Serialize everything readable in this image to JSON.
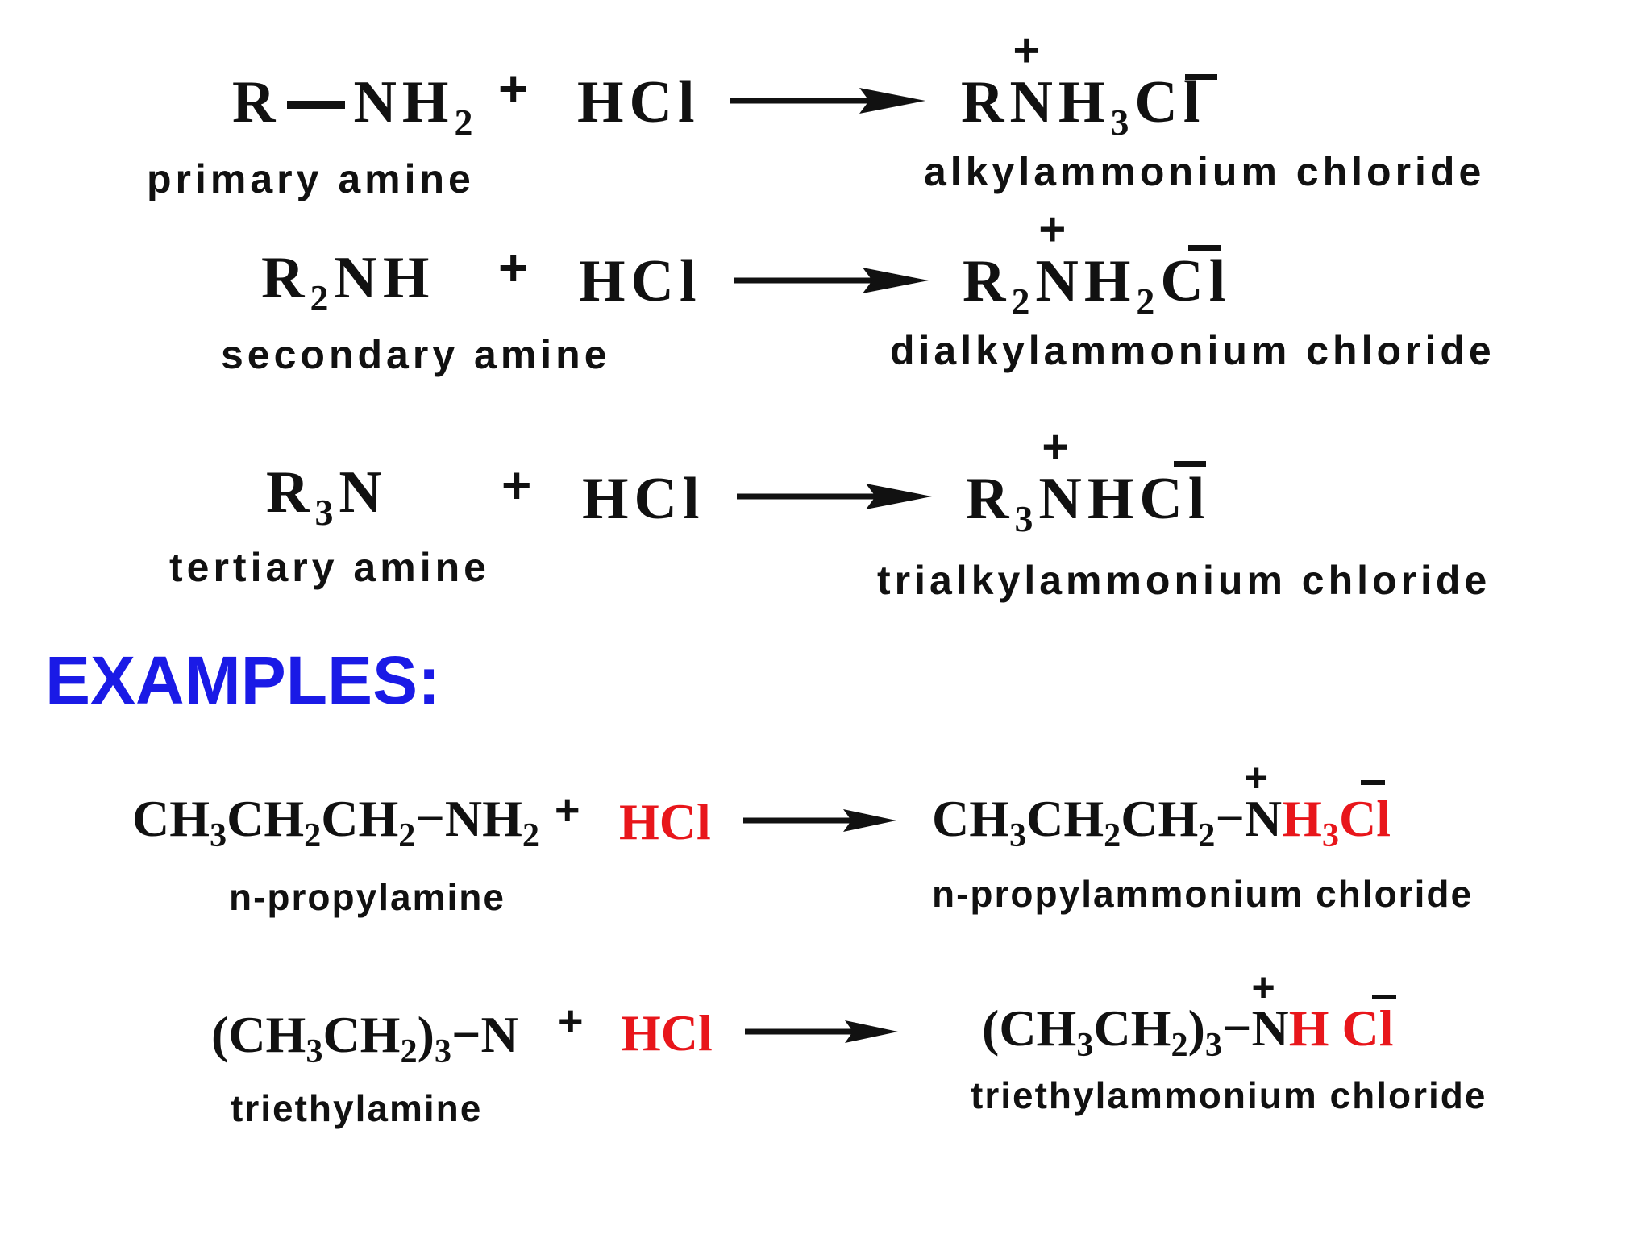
{
  "general": {
    "primary": {
      "reactant": [
        "R",
        "NH",
        "2"
      ],
      "product": [
        "R",
        "N",
        "H",
        "3",
        "Cl"
      ],
      "reactant_label": "primary amine",
      "product_label": "alkylammonium chloride"
    },
    "secondary": {
      "reactant": [
        "R",
        "2",
        "NH"
      ],
      "product": [
        "R",
        "2",
        "N",
        "H",
        "2",
        "Cl"
      ],
      "reactant_label": "secondary amine",
      "product_label": "dialkylammonium chloride"
    },
    "tertiary": {
      "reactant": [
        "R",
        "3",
        "N"
      ],
      "product": [
        "R",
        "3",
        "N",
        "HCl"
      ],
      "reactant_label": "tertiary amine",
      "product_label": "trialkylammonium chloride"
    },
    "reagent": "HCl",
    "plus": "+",
    "cation_charge": "+",
    "anion_charge": "−"
  },
  "heading": "EXAMPLES:",
  "examples": {
    "propyl": {
      "reactant": [
        "CH",
        "3",
        "CH",
        "2",
        "CH",
        "2",
        "−NH",
        "2"
      ],
      "product": [
        "CH",
        "3",
        "CH",
        "2",
        "CH",
        "2",
        "−",
        "N",
        "H",
        "3",
        "Cl"
      ],
      "reactant_label": "n-propylamine",
      "product_label": "n-propylammonium chloride"
    },
    "triethyl": {
      "reactant": [
        "(CH",
        "3",
        "CH",
        "2",
        ")",
        "3",
        "−N"
      ],
      "product": [
        "(CH",
        "3",
        "CH",
        "2",
        ")",
        "3",
        "−",
        "N",
        "H",
        " Cl"
      ],
      "reactant_label": "triethylamine",
      "product_label": "triethylammonium chloride"
    }
  },
  "colors": {
    "text": "#111111",
    "heading": "#1a1ae6",
    "highlight_red": "#e8161b",
    "background": "#ffffff"
  }
}
